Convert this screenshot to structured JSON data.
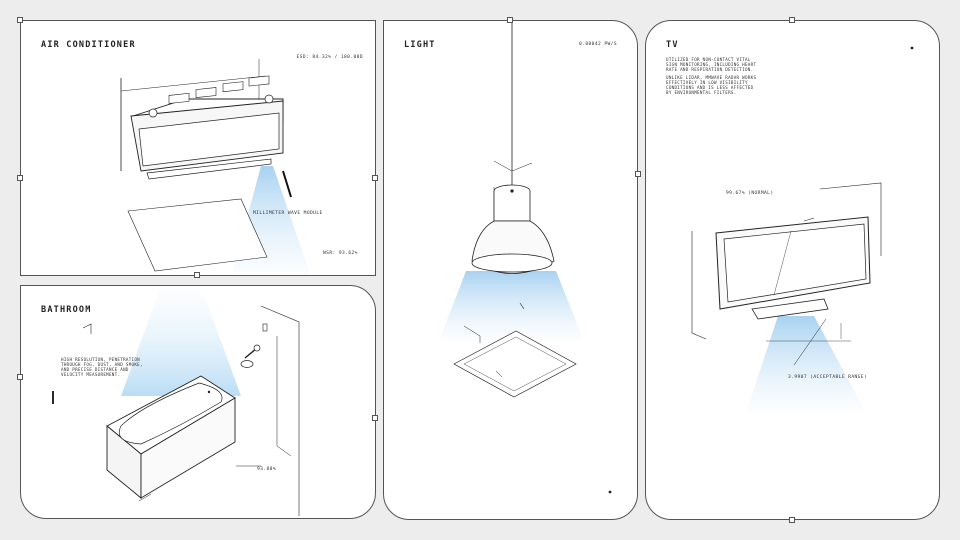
{
  "panels": {
    "ac": {
      "title": "AIR CONDITIONER",
      "esd": "ESD: 84.32% / 180.08D",
      "module": "MILLIMETER WAVE MODULE",
      "nsr": "NSR: 93.62%"
    },
    "bathroom": {
      "title": "BATHROOM",
      "desc": "HIGH RESOLUTION, PENETRATION\nTHROUGH FOG, DUST, AND SMOKE,\nAND PRECISE DISTANCE AND\nVELOCITY MEASUREMENT.",
      "value": "93.88%"
    },
    "light": {
      "title": "LIGHT",
      "value": "0.00042 PW/S"
    },
    "tv": {
      "title": "TV",
      "desc1": "UTILIZED FOR NON-CONTACT VITAL\nSIGN MONITORING, INCLUDING HEART\nRATE AND RESPIRATION DETECTION.",
      "desc2": "UNLIKE LIDAR, MMWAVE RADAR WORKS\nEFFECTIVELY IN LOW VISIBILITY\nCONDITIONS AND IS LESS AFFECTED\nBY ENVIRONMENTAL FILTERS.",
      "label1": "99.67% (NORMAL)",
      "label2": "3.9907 (ACCEPTABLE RANGE)"
    }
  },
  "colors": {
    "beam": "#a9d3f2",
    "line": "#222222",
    "panel_border": "#555555",
    "background": "#ededed"
  }
}
